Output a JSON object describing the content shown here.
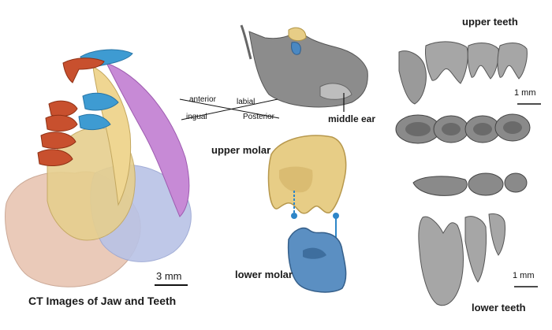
{
  "figure": {
    "caption": "CT Images of Jaw and Teeth",
    "scalebar_left": "3 mm",
    "scalebar_upper_right": "1 mm",
    "scalebar_lower_right": "1 mm"
  },
  "orientation": {
    "anterior": "anterior",
    "labial": "labial",
    "lingual": "ingual",
    "posterior": "Posterior"
  },
  "labels": {
    "middle_ear": "middle ear",
    "upper_molar": "upper molar",
    "lower_molar": "lower molar",
    "upper_teeth": "upper teeth",
    "lower_teeth": "lower teeth"
  },
  "colors": {
    "incisor_red": "#c8502e",
    "enamel_blue": "#3e9bd2",
    "jaw_yellow": "#e6cf8e",
    "jaw_purple": "#c78ad6",
    "bone_peach": "#e9c8b6",
    "bone_lavender": "#b9c3e6",
    "skull_gray": "#8c8c8c",
    "molar_yellow": "#e7cd86",
    "molar_blue": "#5b8fc2",
    "arrow_blue": "#2e86c8"
  }
}
